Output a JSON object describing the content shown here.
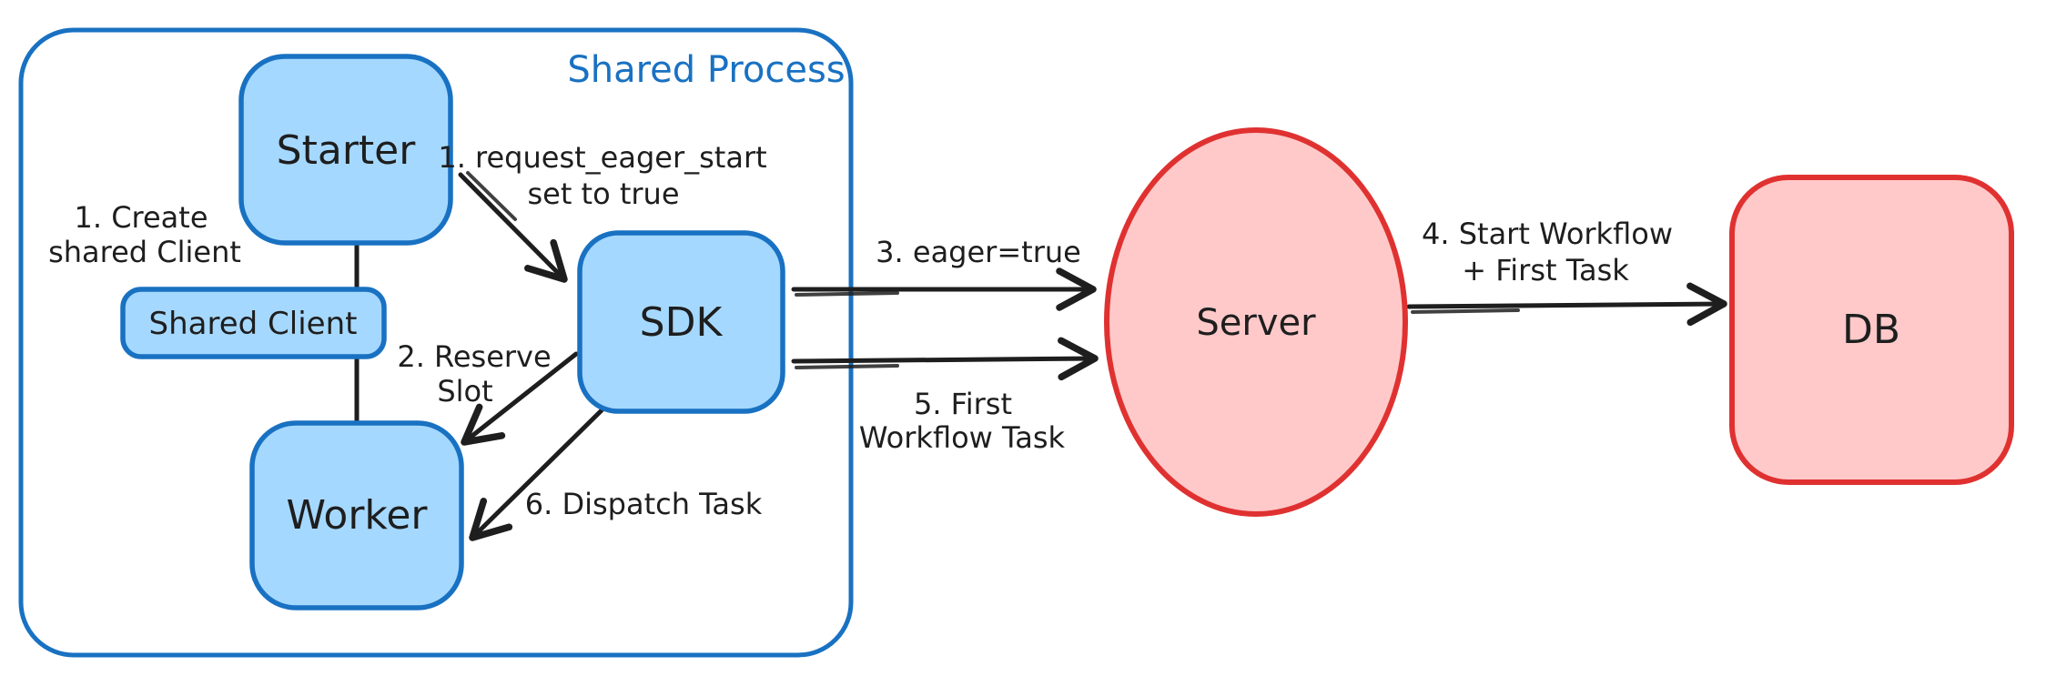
{
  "diagram": {
    "container": {
      "label": "Shared Process"
    },
    "nodes": {
      "starter": {
        "label": "Starter"
      },
      "shared_client": {
        "label": "Shared Client"
      },
      "worker": {
        "label": "Worker"
      },
      "sdk": {
        "label": "SDK"
      },
      "server": {
        "label": "Server"
      },
      "db": {
        "label": "DB"
      }
    },
    "annotations": {
      "create_shared_client": {
        "lines": [
          "1. Create",
          "shared Client"
        ]
      },
      "request_eager_start": {
        "lines": [
          "1. request_eager_start",
          "set to true"
        ]
      },
      "reserve_slot": {
        "lines": [
          "2. Reserve",
          "Slot"
        ]
      },
      "eager_true": {
        "lines": [
          "3. eager=true"
        ]
      },
      "start_workflow_first_task": {
        "lines": [
          "4. Start Workflow",
          "+ First Task"
        ]
      },
      "first_workflow_task": {
        "lines": [
          "5. First",
          "Workflow Task"
        ]
      },
      "dispatch_task": {
        "lines": [
          "6. Dispatch Task"
        ]
      }
    },
    "colors": {
      "blue_stroke": "#1971c2",
      "blue_fill": "#a5d8ff",
      "red_stroke": "#e03131",
      "red_fill": "#ffc9c9",
      "ink": "#1e1e1e",
      "background": "#ffffff"
    }
  }
}
